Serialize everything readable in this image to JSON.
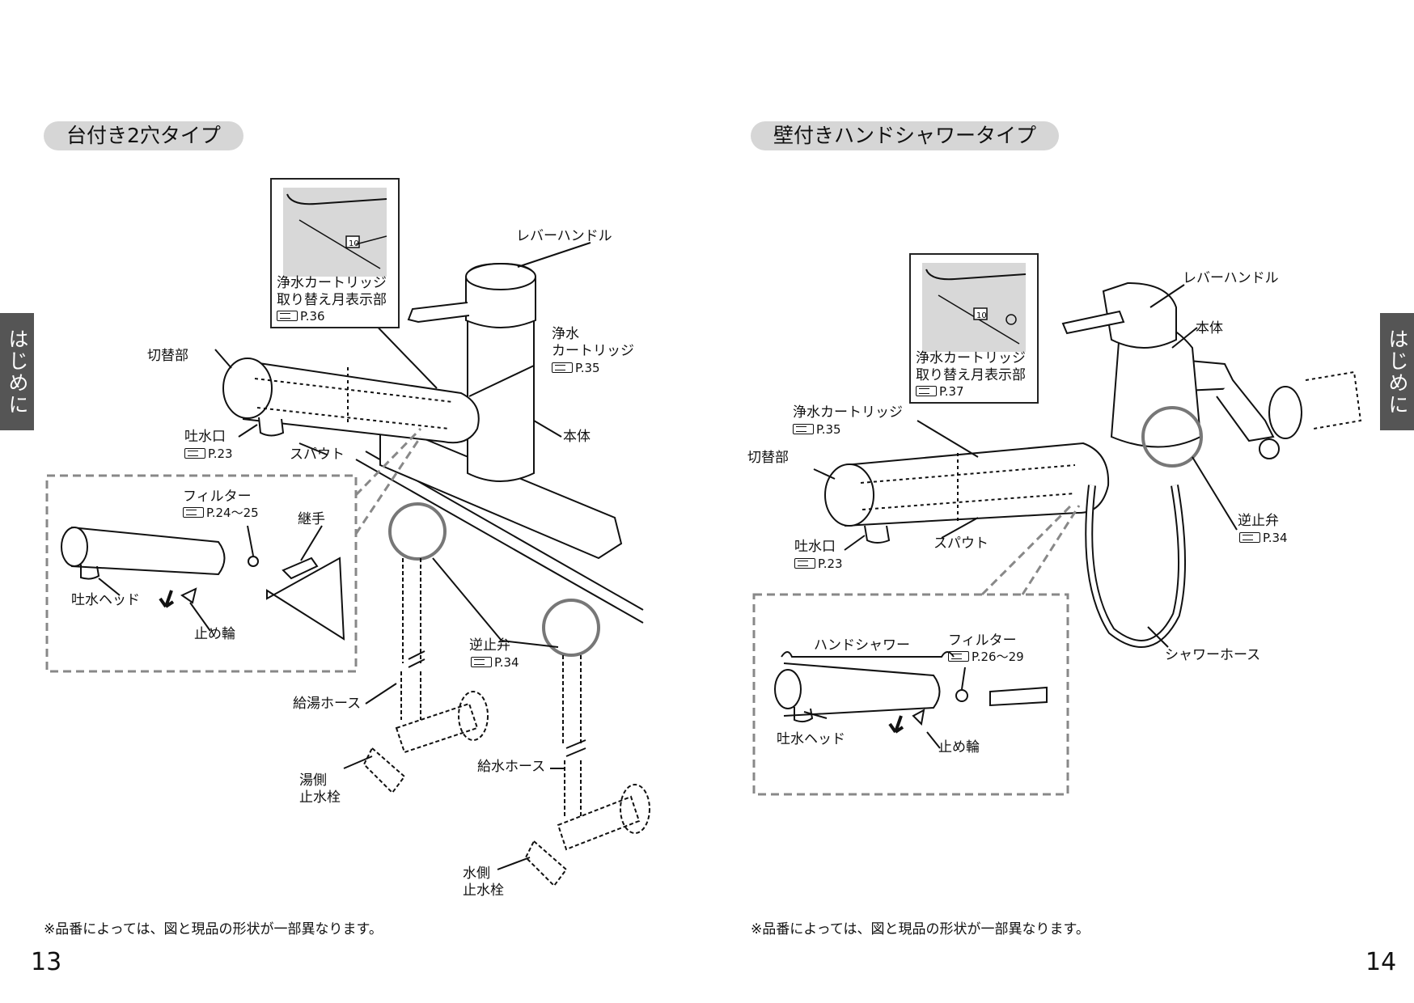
{
  "left": {
    "tab": "はじめに",
    "title": "台付き2穴タイプ",
    "callout": {
      "label": "浄水カートリッジ\n取り替え月表示部",
      "ref": "P.36",
      "indicator": "10"
    },
    "labels": {
      "lever": "レバーハンドル",
      "kirikae": "切替部",
      "jousui": "浄水\nカートリッジ",
      "jousui_ref": "P.35",
      "hontai": "本体",
      "tosui": "吐水口",
      "tosui_ref": "P.23",
      "spout": "スパウト",
      "filter": "フィルター",
      "filter_ref": "P.24～25",
      "tsugite": "継手",
      "tosui_head": "吐水ヘッド",
      "tomewa": "止め輪",
      "gyakushi": "逆止弁",
      "gyakushi_ref": "P.34",
      "kyuto": "給湯ホース",
      "yugawa": "湯側\n止水栓",
      "kyusui": "給水ホース",
      "mizugawa": "水側\n止水栓"
    },
    "note": "※品番によっては、図と現品の形状が一部異なります。",
    "page_number": "13"
  },
  "right": {
    "tab": "はじめに",
    "title": "壁付きハンドシャワータイプ",
    "callout": {
      "label": "浄水カートリッジ\n取り替え月表示部",
      "ref": "P.37",
      "indicator": "10"
    },
    "labels": {
      "lever": "レバーハンドル",
      "hontai": "本体",
      "jousui": "浄水カートリッジ",
      "jousui_ref": "P.35",
      "kirikae": "切替部",
      "tosui": "吐水口",
      "tosui_ref": "P.23",
      "spout": "スパウト",
      "gyakushi": "逆止弁",
      "gyakushi_ref": "P.34",
      "shower_hose": "シャワーホース",
      "hand_shower": "ハンドシャワー",
      "filter": "フィルター",
      "filter_ref": "P.26～29",
      "tosui_head": "吐水ヘッド",
      "tomewa": "止め輪"
    },
    "note": "※品番によっては、図と現品の形状が一部異なります。",
    "page_number": "14"
  },
  "colors": {
    "pill": "#d6d6d6",
    "tab": "#555555",
    "line": "#111111",
    "dash": "#888888"
  }
}
